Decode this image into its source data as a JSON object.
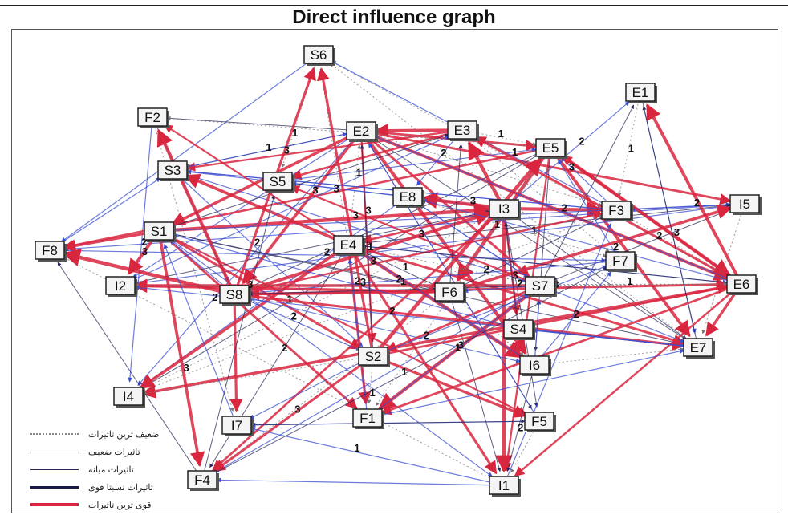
{
  "title": "Direct influence graph",
  "colors": {
    "weak": "#777777",
    "medium": "#2a2a5a",
    "blue": "#3b4fd0",
    "strong": "#d9263f"
  },
  "nodes": [
    {
      "id": "S6"
    },
    {
      "id": "E1"
    },
    {
      "id": "F2"
    },
    {
      "id": "E2"
    },
    {
      "id": "E3"
    },
    {
      "id": "E5"
    },
    {
      "id": "S3"
    },
    {
      "id": "S5"
    },
    {
      "id": "E8"
    },
    {
      "id": "I3"
    },
    {
      "id": "F3"
    },
    {
      "id": "I5"
    },
    {
      "id": "S1"
    },
    {
      "id": "F8"
    },
    {
      "id": "E4"
    },
    {
      "id": "F7"
    },
    {
      "id": "I2"
    },
    {
      "id": "S8"
    },
    {
      "id": "F6"
    },
    {
      "id": "S7"
    },
    {
      "id": "E6"
    },
    {
      "id": "S4"
    },
    {
      "id": "S2"
    },
    {
      "id": "E7"
    },
    {
      "id": "I6"
    },
    {
      "id": "I4"
    },
    {
      "id": "F1"
    },
    {
      "id": "F5"
    },
    {
      "id": "I7"
    },
    {
      "id": "F4"
    },
    {
      "id": "I1"
    }
  ],
  "legend": [
    {
      "label": "ضعیف ترین تاثیرات",
      "style": "dotted"
    },
    {
      "label": "تاثیرات ضعیف",
      "style": "thin"
    },
    {
      "label": "تاثیرات میانه",
      "style": "medium"
    },
    {
      "label": "تاثیرات نسبتا قوی",
      "style": "thick"
    },
    {
      "label": "قوی ترین تاثیرات",
      "style": "strong"
    }
  ]
}
